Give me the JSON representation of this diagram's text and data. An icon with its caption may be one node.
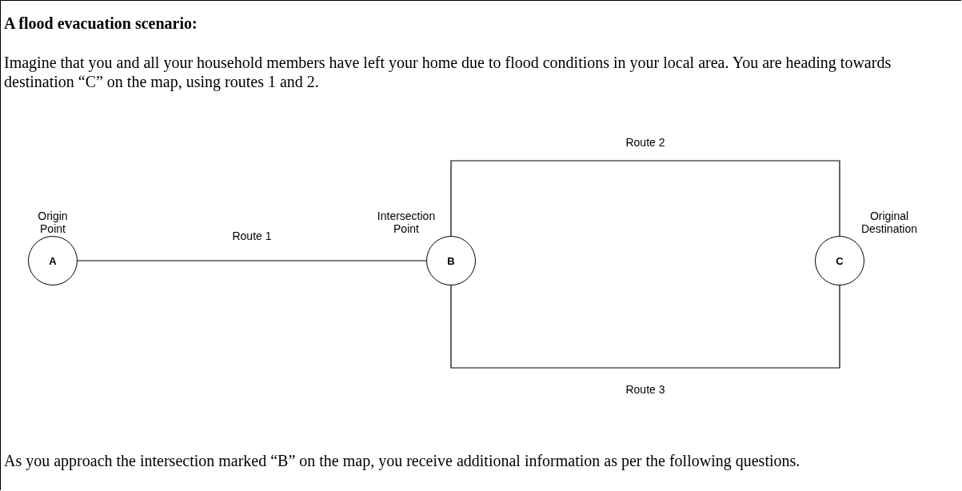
{
  "diagram": {
    "title": "A flood evacuation scenario:",
    "nodes": [
      {
        "text": [
          "A"
        ],
        "beside": [
          "Origin Point"
        ]
      },
      {
        "text": [
          "B"
        ],
        "beside": [
          "Intersection Point"
        ]
      },
      {
        "text": [
          "C"
        ],
        "beside": [
          "Original Destination"
        ]
      }
    ],
    "edges": [
      {
        "from": 0,
        "to": 1,
        "arrow": "none",
        "label": "Route 1"
      },
      {
        "from": 1,
        "to": 2,
        "arrow": "none",
        "label": "Route 2"
      },
      {
        "from": 1,
        "to": 2,
        "arrow": "none",
        "label": "Route 3"
      }
    ],
    "labels": [
      "Imagine that you and all your household members have left your home due to flood conditions in your local area. You are heading towards destination “C” on the map, using routes 1 and 2.",
      "As you approach the intersection marked “B” on the map, you receive additional information as per the following questions."
    ]
  }
}
